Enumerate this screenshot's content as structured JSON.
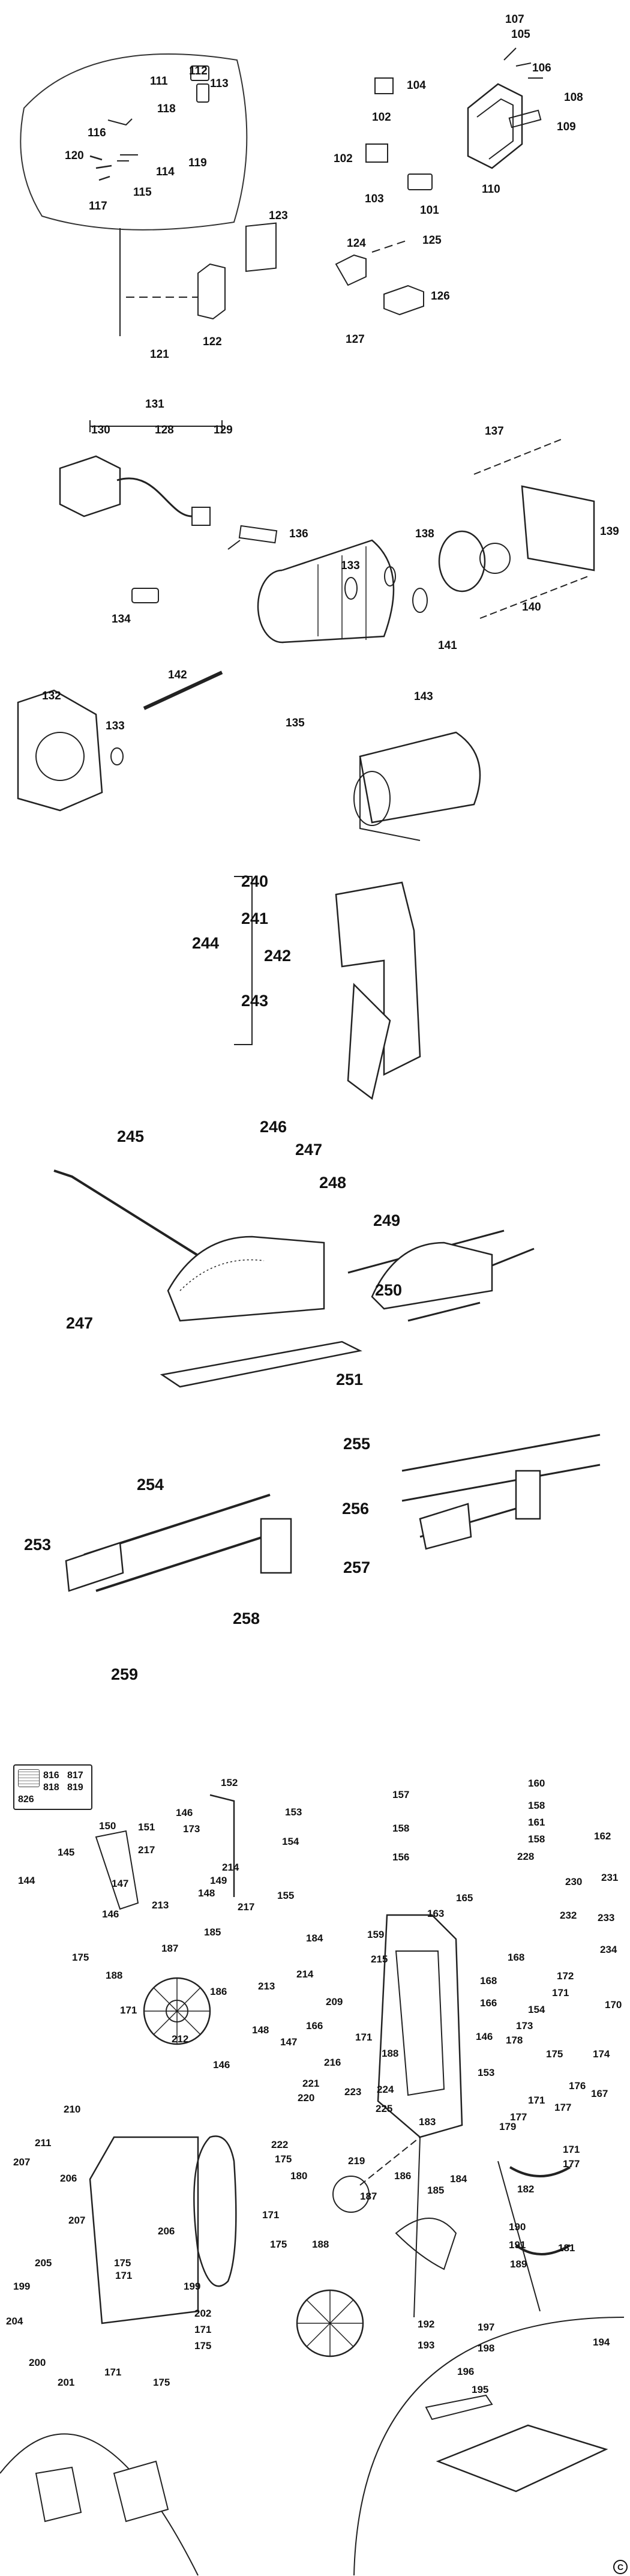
{
  "labels": {
    "l107": "107",
    "l105": "105",
    "l106": "106",
    "l108": "108",
    "l104": "104",
    "l102a": "102",
    "l109": "109",
    "l111": "111",
    "l112": "112",
    "l113": "113",
    "l118": "118",
    "l116": "116",
    "l119": "119",
    "l120": "120",
    "l114": "114",
    "l115": "115",
    "l117": "117",
    "l102b": "102",
    "l103": "103",
    "l101": "101",
    "l110": "110",
    "l123": "123",
    "l124": "124",
    "l125": "125",
    "l126": "126",
    "l127": "127",
    "l122": "122",
    "l121": "121",
    "l131": "131",
    "l130": "130",
    "l128": "128",
    "l129": "129",
    "l137": "137",
    "l136": "136",
    "l139": "139",
    "l138": "138",
    "l133a": "133",
    "l134": "134",
    "l140": "140",
    "l141": "141",
    "l142": "142",
    "l135": "135",
    "l132": "132",
    "l133b": "133",
    "l143": "143",
    "l240": "240",
    "l241": "241",
    "l244": "244",
    "l242": "242",
    "l243": "243",
    "l245": "245",
    "l246": "246",
    "l247a": "247",
    "l248": "248",
    "l249": "249",
    "l250": "250",
    "l247b": "247",
    "l251": "251",
    "l255": "255",
    "l254": "254",
    "l256": "256",
    "l253": "253",
    "l257": "257",
    "l258": "258",
    "l259": "259",
    "l152": "152",
    "l146a": "146",
    "l153": "153",
    "l150": "150",
    "l151": "151",
    "l173a": "173",
    "l154a": "154",
    "l145": "145",
    "l217a": "217",
    "l214a": "214",
    "l149": "149",
    "l144": "144",
    "l147a": "147",
    "l148a": "148",
    "l213a": "213",
    "l146b": "146",
    "l155": "155",
    "l217b": "217",
    "l184a": "184",
    "l185a": "185",
    "l187a": "187",
    "l175a": "175",
    "l188a": "188",
    "l186a": "186",
    "l213b": "213",
    "l214b": "214",
    "l171a": "171",
    "l212": "212",
    "l148b": "148",
    "l147b": "147",
    "l146c": "146",
    "l160": "160",
    "l158a": "158",
    "l157": "157",
    "l161": "161",
    "l158b": "158",
    "l158c": "158",
    "l156": "156",
    "l162": "162",
    "l228": "228",
    "l230": "230",
    "l231": "231",
    "l232": "232",
    "l233": "233",
    "l165": "165",
    "l163": "163",
    "l159": "159",
    "l215": "215",
    "l168a": "168",
    "l234": "234",
    "l168b": "168",
    "l172": "172",
    "l171b": "171",
    "l209": "209",
    "l166a": "166",
    "l154b": "154",
    "l170": "170",
    "l166b": "166",
    "l173b": "173",
    "l146d": "146",
    "l178": "178",
    "l171c": "171",
    "l188b": "188",
    "l216": "216",
    "l175b": "175",
    "l174": "174",
    "l153b": "153",
    "l176": "176",
    "l167": "167",
    "l171d": "171",
    "l177a": "177",
    "l177b": "177",
    "l210": "210",
    "l221": "221",
    "l223": "223",
    "l224": "224",
    "l220": "220",
    "l225": "225",
    "l183": "183",
    "l179": "179",
    "l211": "211",
    "l222": "222",
    "l175c": "175",
    "l219": "219",
    "l171e": "171",
    "l177c": "177",
    "l207a": "207",
    "l206a": "206",
    "l180": "180",
    "l186b": "186",
    "l184b": "184",
    "l185b": "185",
    "l187b": "187",
    "l182": "182",
    "l207b": "207",
    "l206b": "206",
    "l171f": "171",
    "l175d": "175",
    "l188c": "188",
    "l190": "190",
    "l191": "191",
    "l189": "189",
    "l181": "181",
    "l205": "205",
    "l175e": "175",
    "l171g": "171",
    "l199a": "199",
    "l199b": "199",
    "l204": "204",
    "l202": "202",
    "l171h": "171",
    "l175f": "175",
    "l200": "200",
    "l201": "201",
    "l171i": "171",
    "l175g": "175",
    "l192": "192",
    "l197": "197",
    "l193": "193",
    "l198": "198",
    "l196": "196",
    "l194": "194",
    "l195": "195"
  },
  "legend": {
    "r1a": "816",
    "r1b": "817",
    "r2a": "818",
    "r2b": "819",
    "r3": "826"
  },
  "copyright": "C"
}
